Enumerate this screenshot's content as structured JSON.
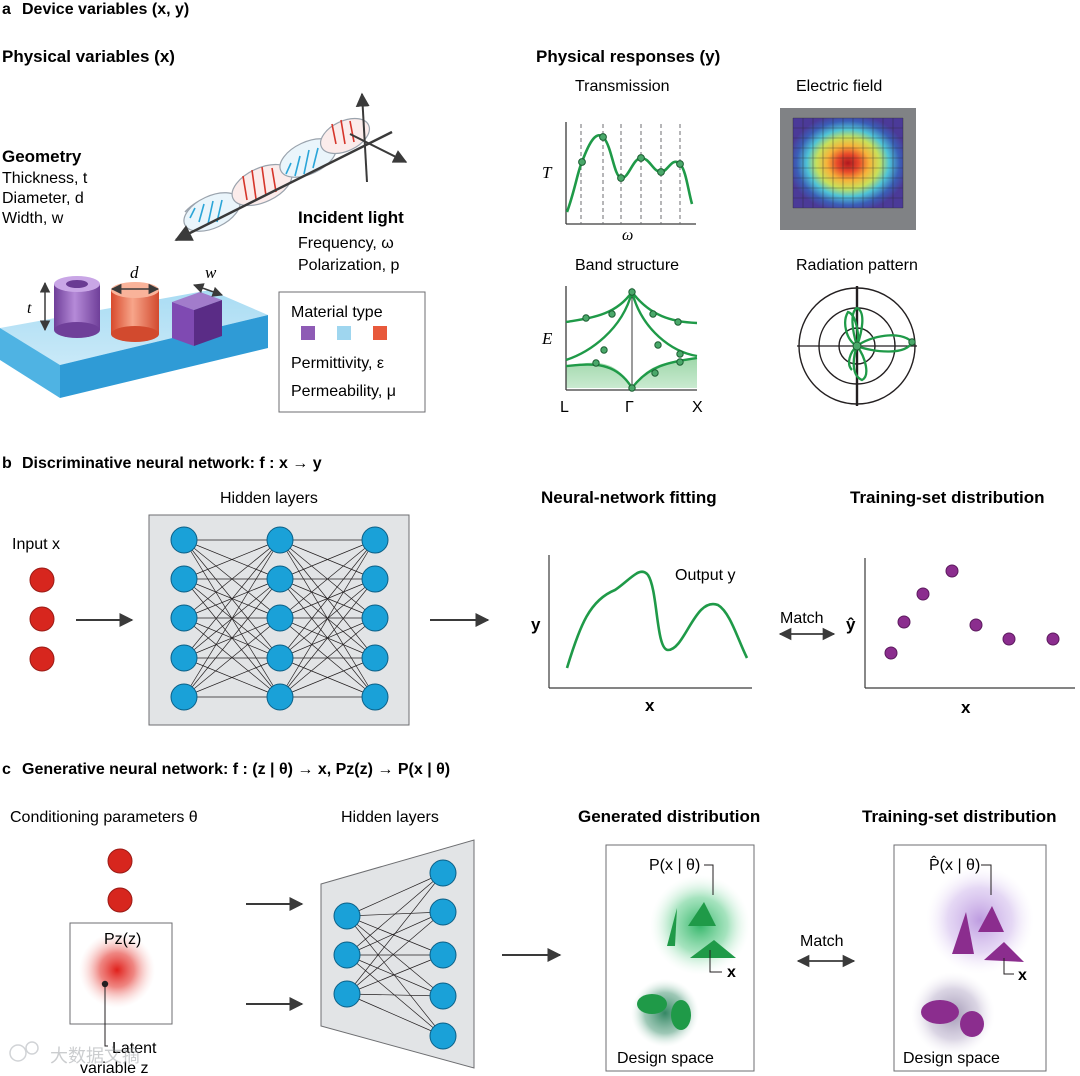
{
  "panel_a": {
    "heading_letter": "a",
    "heading": "Device variables (x, y)",
    "physical_variables_title": "Physical variables (x)",
    "geometry": {
      "title": "Geometry",
      "items": [
        "Thickness, t",
        "Diameter, d",
        "Width, w"
      ]
    },
    "dimension_labels": {
      "t": "t",
      "d": "d",
      "w": "w"
    },
    "incident_light": {
      "title": "Incident light",
      "items": [
        "Frequency, ω",
        "Polarization, p"
      ]
    },
    "material_box": {
      "title": "Material type",
      "swatch_colors": [
        "#8e5bb5",
        "#9fd6ef",
        "#e8593b"
      ],
      "items": [
        "Permittivity, ε",
        "Permeability, μ"
      ]
    },
    "physical_responses_title": "Physical responses (y)",
    "transmission": {
      "title": "Transmission",
      "ylabel": "T",
      "xlabel": "ω"
    },
    "electric_field": {
      "title": "Electric field"
    },
    "band_structure": {
      "title": "Band structure",
      "ylabel": "E",
      "ticks": [
        "L",
        "Γ",
        "X"
      ]
    },
    "radiation_pattern": {
      "title": "Radiation pattern"
    }
  },
  "panel_b": {
    "heading_letter": "b",
    "heading": "Discriminative neural network: f : x → y",
    "input_label": "Input x",
    "hidden_layers_label": "Hidden layers",
    "fitting": {
      "title": "Neural-network fitting",
      "curve_label": "Output y",
      "xlabel": "x",
      "ylabel": "y"
    },
    "match_label": "Match",
    "training": {
      "title": "Training-set distribution",
      "xlabel": "x",
      "ylabel": "ŷ"
    }
  },
  "panel_c": {
    "heading_letter": "c",
    "heading": "Generative neural network: f : (z | θ) → x, Pz(z) → P(x | θ)",
    "conditioning_label": "Conditioning parameters θ",
    "hidden_layers_label": "Hidden layers",
    "latent_box_label": "Pz(z)",
    "latent_label_line1": "Latent",
    "latent_label_line2": "variable z",
    "generated": {
      "title": "Generated distribution",
      "dist_label": "P(x | θ)",
      "x_label": "x",
      "space_label": "Design space"
    },
    "match_label": "Match",
    "training": {
      "title": "Training-set distribution",
      "dist_label": "P̂(x | θ)",
      "x_label": "x",
      "space_label": "Design space"
    }
  },
  "watermark": "大数据文摘",
  "colors": {
    "neuron_blue": "#1aa1d8",
    "input_red": "#d7261e",
    "curve_green": "#1f9a48",
    "point_purple": "#8b2d8e",
    "network_panel": "#e2e4e6"
  }
}
